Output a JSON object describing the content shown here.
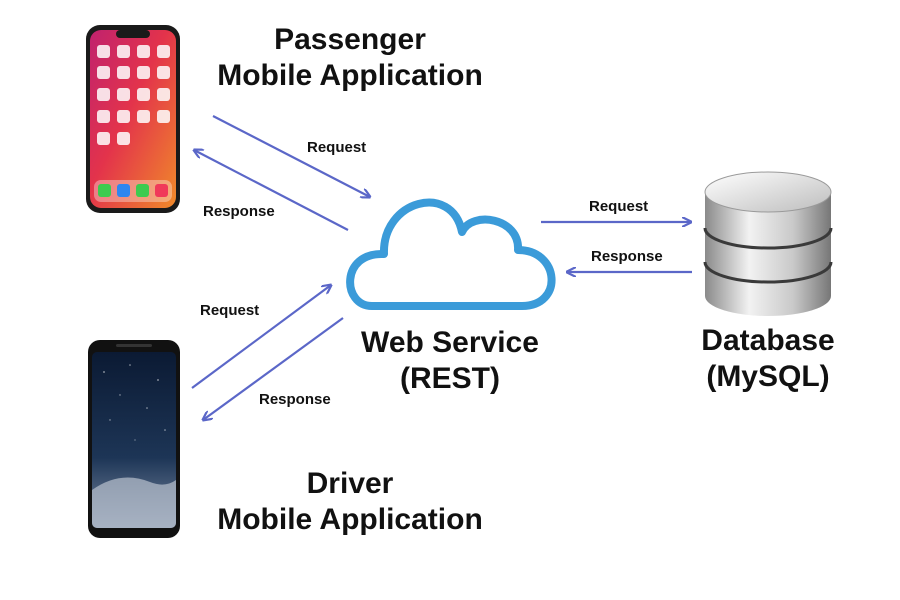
{
  "nodes": {
    "passenger_app": {
      "line1": "Passenger",
      "line2": "Mobile Application"
    },
    "driver_app": {
      "line1": "Driver",
      "line2": "Mobile Application"
    },
    "web_service": {
      "line1": "Web Service",
      "line2": "(REST)"
    },
    "database": {
      "line1": "Database",
      "line2": "(MySQL)"
    }
  },
  "edges": {
    "passenger_request": "Request",
    "passenger_response": "Response",
    "driver_request": "Request",
    "driver_response": "Response",
    "db_request": "Request",
    "db_response": "Response"
  },
  "colors": {
    "arrow": "#5b67c8",
    "cloud_stroke": "#3b9bd9",
    "cloud_fill": "#ffffff",
    "phone_frame": "#1a1a1a"
  }
}
